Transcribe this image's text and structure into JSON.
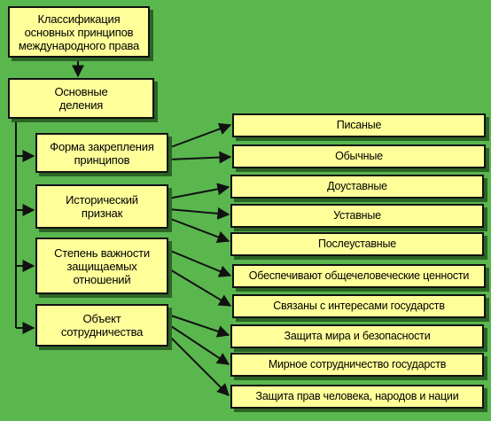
{
  "root": {
    "label": "Классификация\nосновных принципов\nмеждународного права"
  },
  "divisions": {
    "label": "Основные\nделения"
  },
  "categories": [
    {
      "id": "form",
      "label": "Форма закрепления\nпринципов"
    },
    {
      "id": "historical",
      "label": "Исторический\nпризнак"
    },
    {
      "id": "importance",
      "label": "Степень важности\nзащищаемых\nотношений"
    },
    {
      "id": "object",
      "label": "Объект\nсотрудничества"
    }
  ],
  "leaves": [
    {
      "id": "written",
      "label": "Писаные"
    },
    {
      "id": "customary",
      "label": "Обычные"
    },
    {
      "id": "pre-charter",
      "label": "Доуставные"
    },
    {
      "id": "charter",
      "label": "Уставные"
    },
    {
      "id": "post-charter",
      "label": "Послеуставные"
    },
    {
      "id": "universal-values",
      "label": "Обеспечивают общечеловеческие ценности"
    },
    {
      "id": "state-interests",
      "label": "Связаны с интересами государств"
    },
    {
      "id": "peace-security",
      "label": "Защита мира и безопасности"
    },
    {
      "id": "peaceful-cooperation",
      "label": "Мирное сотрудничество государств"
    },
    {
      "id": "human-rights",
      "label": "Защита прав человека, народов и нации"
    }
  ],
  "colors": {
    "background": "#5ab74e",
    "box_fill": "#ffff9a",
    "line": "#111111",
    "shadow": "#2c6426"
  }
}
